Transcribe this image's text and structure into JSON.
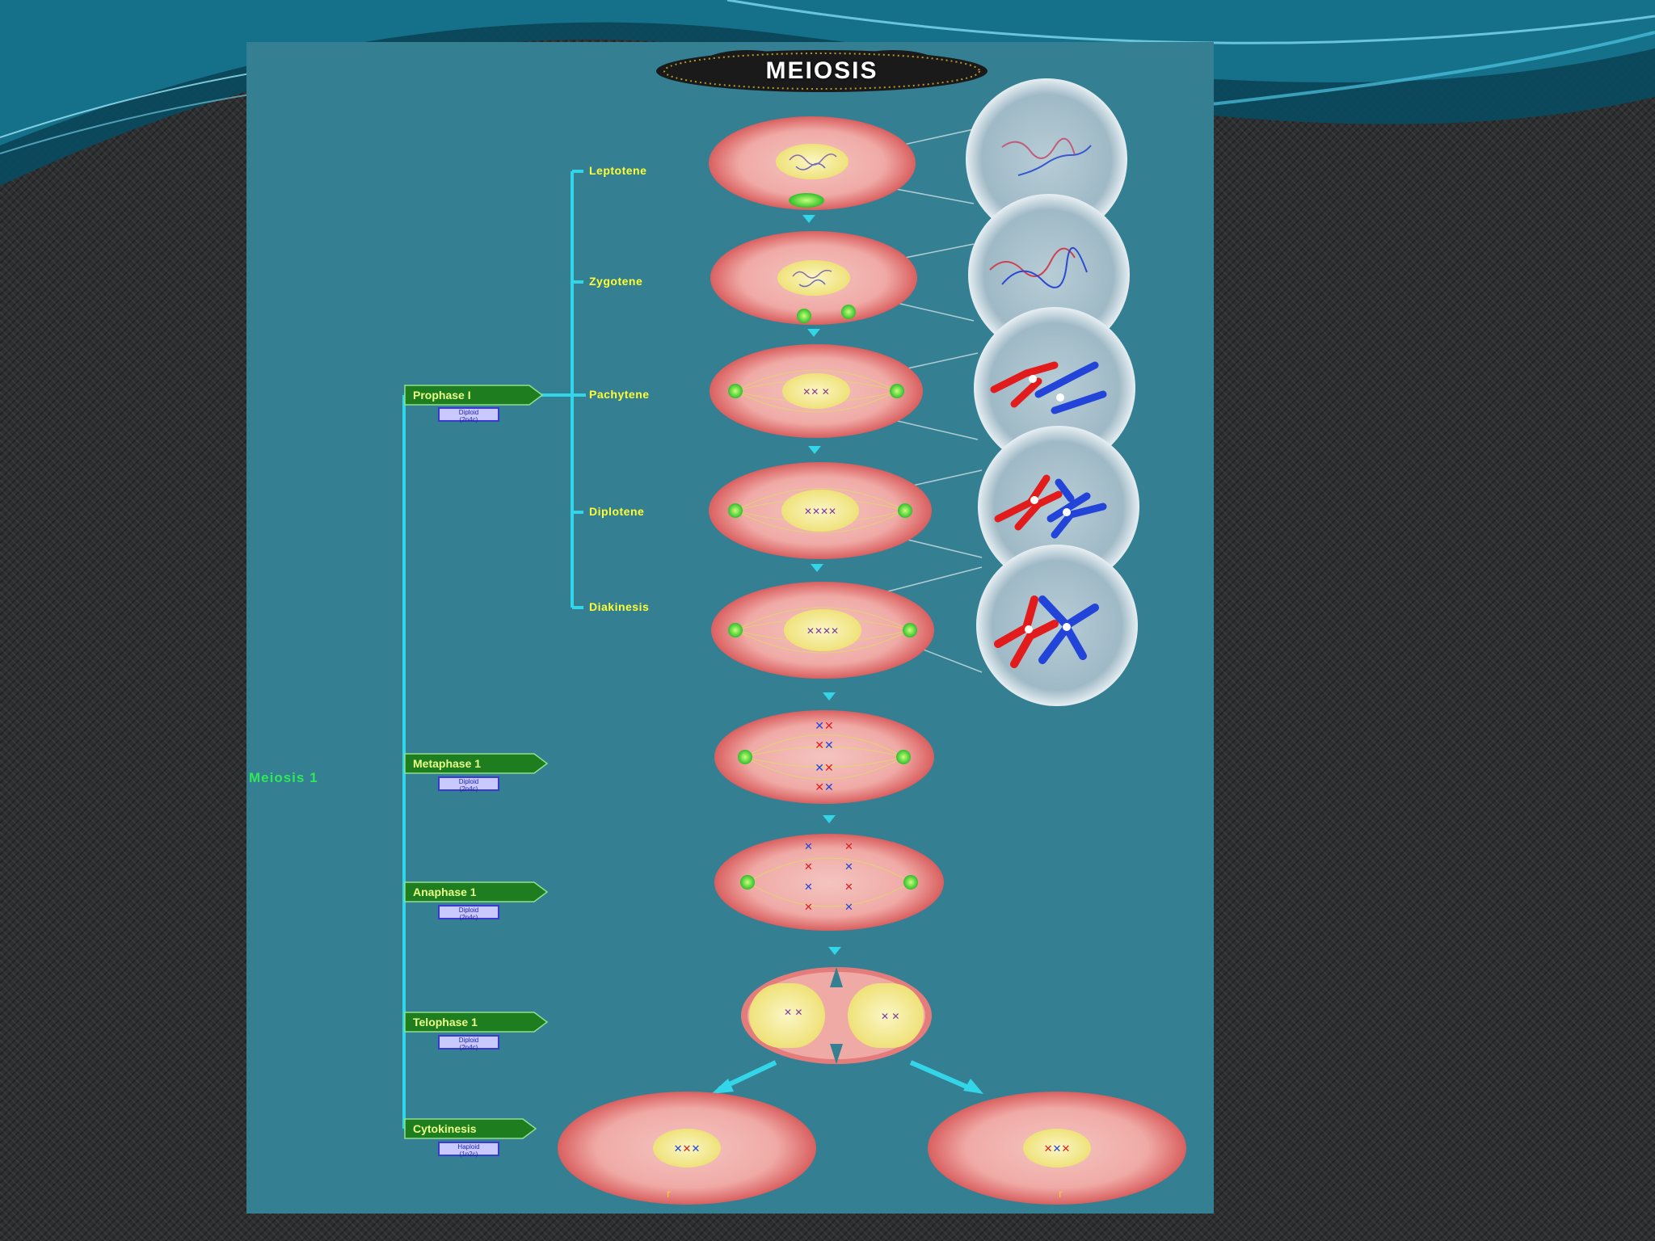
{
  "title": "MEIOSIS",
  "group_label": "Meiosis 1",
  "substages": [
    "Leptotene",
    "Zygotene",
    "Pachytene",
    "Diplotene",
    "Diakinesis"
  ],
  "phases": [
    {
      "label": "Prophase I",
      "ploidy": [
        "Diploid",
        "(2n4c)"
      ]
    },
    {
      "label": "Metaphase 1",
      "ploidy": [
        "Diploid",
        "(2n4c)"
      ]
    },
    {
      "label": "Anaphase 1",
      "ploidy": [
        "Diploid",
        "(2n4c)"
      ]
    },
    {
      "label": "Telophase 1",
      "ploidy": [
        "Diploid",
        "(2n4c)"
      ]
    },
    {
      "label": "Cytokinesis",
      "ploidy": [
        "Haploid",
        "(1n2c)"
      ]
    }
  ],
  "colors": {
    "panel": "#357f92",
    "bracket": "#33d6e8",
    "cell_rim": "#e47c7c",
    "cell_inner": "#f2b7b2",
    "nucleus": "#f6ef9a",
    "chromosome_maternal": "#e21c1c",
    "chromosome_paternal": "#2244d8",
    "centrosome": "#55e03a"
  }
}
